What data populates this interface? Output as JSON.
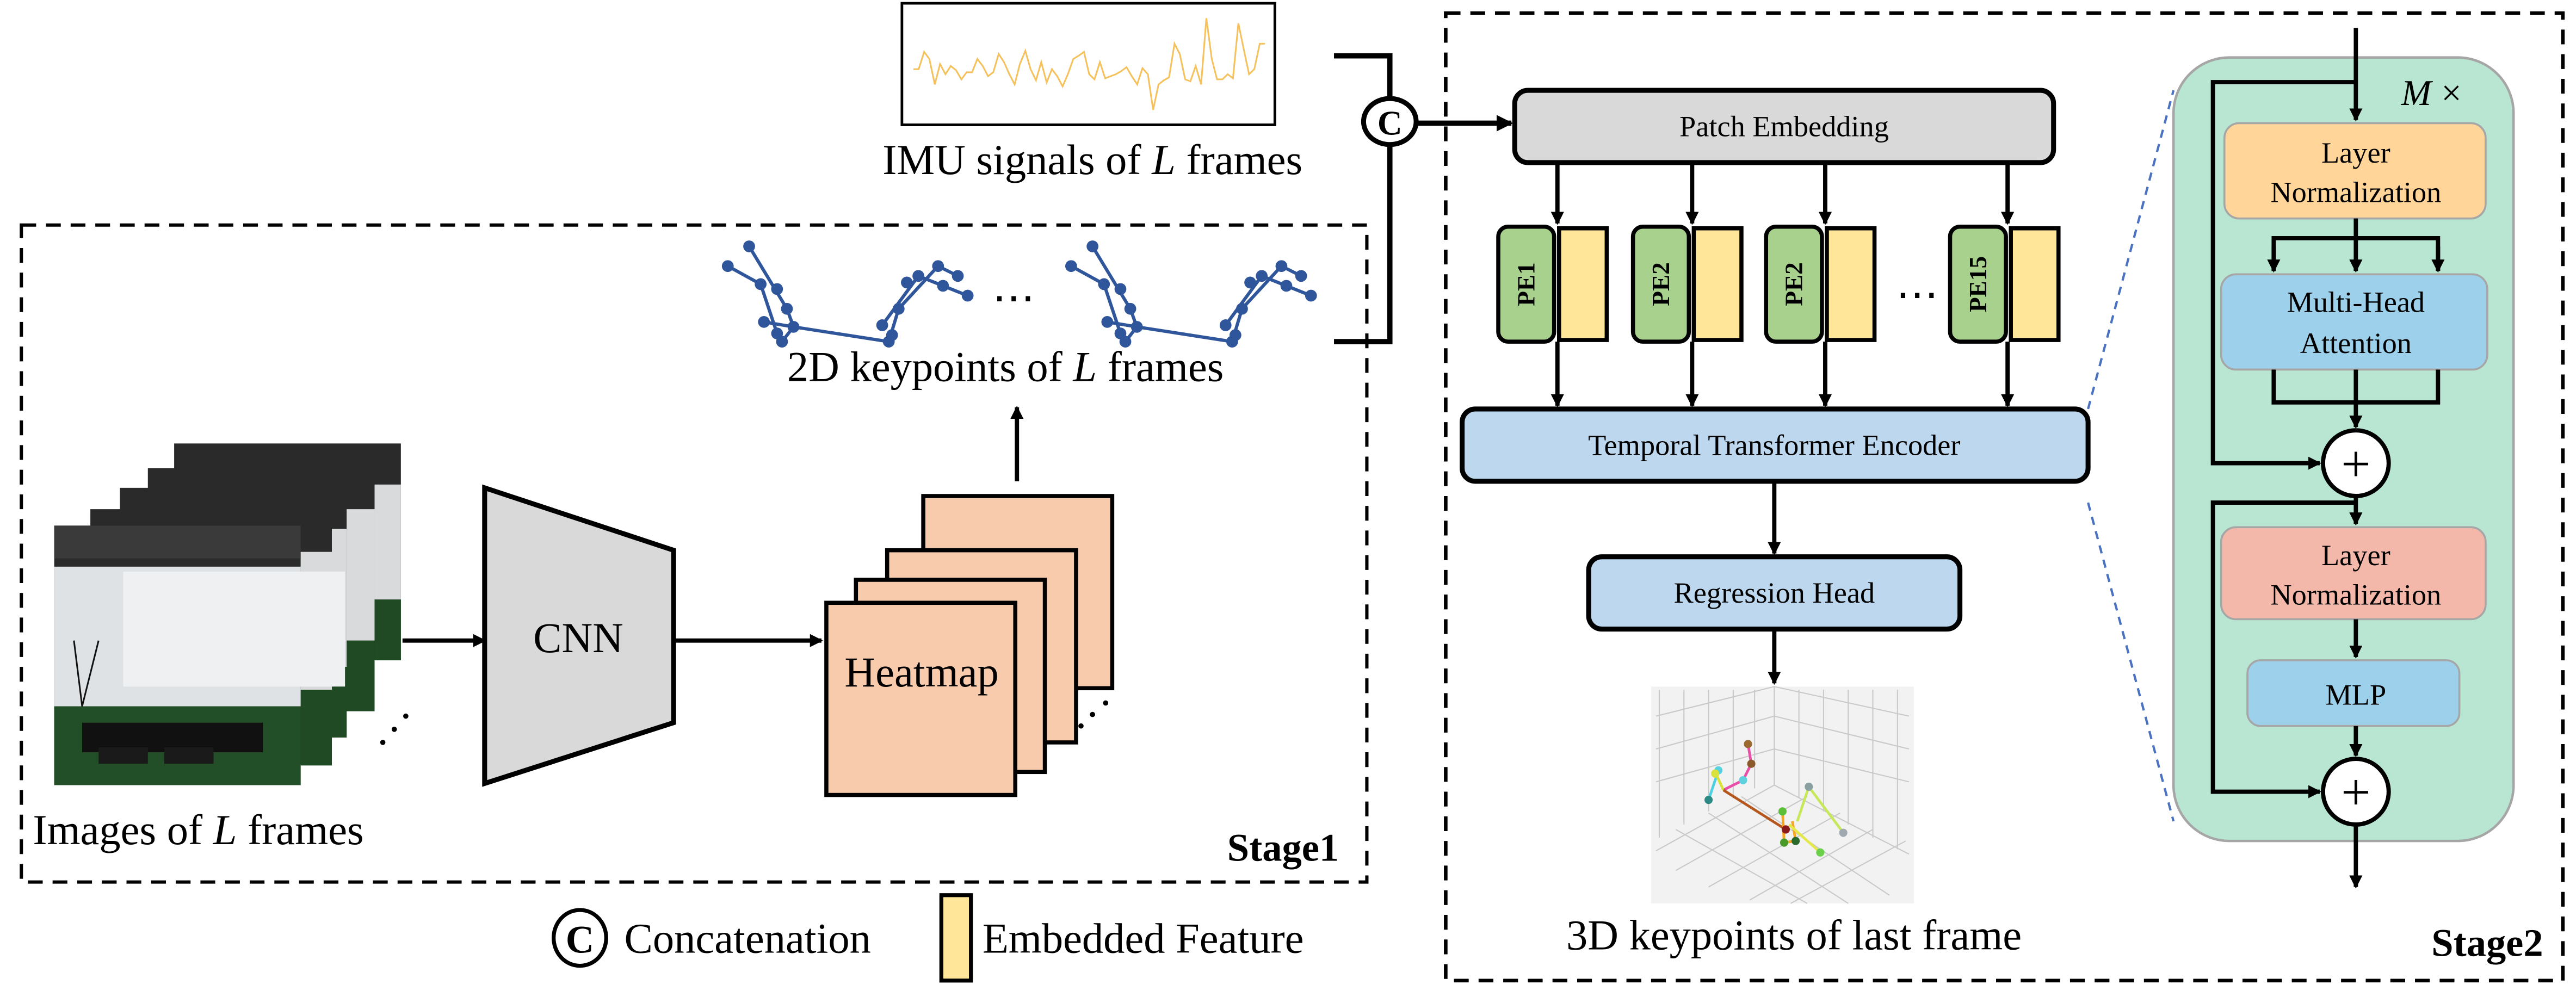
{
  "figure": {
    "stage1": {
      "label": "Stage1",
      "images_label_prefix": "Images of ",
      "images_label_var": "L",
      "images_label_suffix": " frames",
      "cnn_label": "CNN",
      "heatmap_label": "Heatmap",
      "keypoints2d_label_prefix": "2D keypoints of ",
      "keypoints2d_label_var": "L",
      "keypoints2d_label_suffix": " frames",
      "ellipsis": "⋯"
    },
    "imu": {
      "label_prefix": "IMU signals of ",
      "label_var": "L",
      "label_suffix": " frames",
      "signal_color": "#f5c15c",
      "signal": [
        0.45,
        0.45,
        0.62,
        0.55,
        0.3,
        0.5,
        0.4,
        0.48,
        0.44,
        0.35,
        0.42,
        0.42,
        0.55,
        0.48,
        0.38,
        0.42,
        0.6,
        0.52,
        0.4,
        0.3,
        0.5,
        0.63,
        0.45,
        0.34,
        0.52,
        0.32,
        0.45,
        0.38,
        0.28,
        0.4,
        0.55,
        0.58,
        0.62,
        0.4,
        0.35,
        0.52,
        0.36,
        0.38,
        0.4,
        0.43,
        0.47,
        0.38,
        0.3,
        0.46,
        0.4,
        0.05,
        0.3,
        0.34,
        0.37,
        0.7,
        0.6,
        0.35,
        0.33,
        0.48,
        0.3,
        0.95,
        0.55,
        0.35,
        0.35,
        0.4,
        0.36,
        0.9,
        0.65,
        0.4,
        0.45,
        0.7,
        0.7
      ]
    },
    "concat_symbol": "C",
    "stage2": {
      "label": "Stage2",
      "patch_embedding": "Patch Embedding",
      "pe_labels": [
        "PE1",
        "PE2",
        "PE2",
        "PE15"
      ],
      "ellipsis": "⋯",
      "encoder": "Temporal Transformer Encoder",
      "regression_head": "Regression Head",
      "output_label": "3D keypoints of last frame",
      "block": {
        "repeat_var": "M",
        "repeat_symbol": "×",
        "layer_norm_1": [
          "Layer",
          "Normalization"
        ],
        "attention": [
          "Multi-Head",
          "Attention"
        ],
        "layer_norm_2": [
          "Layer",
          "Normalization"
        ],
        "mlp": "MLP",
        "add_symbol": "+"
      }
    },
    "legend": {
      "concat_symbol": "C",
      "concat_label": "Concatenation",
      "feature_label": "Embedded Feature"
    },
    "colors": {
      "patch_embedding": "#d9d9d9",
      "pe": "#a9d18e",
      "feature": "#ffe699",
      "encoder": "#bdd7ee",
      "heatmap": "#f8cbad",
      "cnn": "#d9d9d9",
      "block_bg": "#b8e6d2",
      "layer_norm_1": "#ffd59a",
      "attention": "#9dd0eb",
      "layer_norm_2": "#f4b8aa",
      "mlp": "#9dd0eb",
      "skeleton": "#2f559b",
      "zoom_lines": "#4a72c0"
    }
  }
}
